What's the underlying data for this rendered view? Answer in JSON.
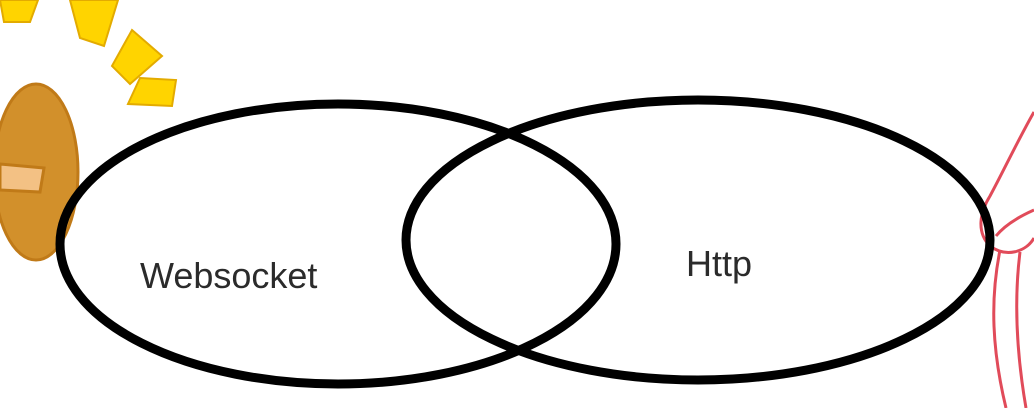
{
  "diagram": {
    "type": "venn",
    "sets": [
      {
        "id": "websocket",
        "label": "Websocket"
      },
      {
        "id": "http",
        "label": "Http"
      }
    ],
    "line_color": "#000000",
    "decorations": {
      "sun_rays_color": "#ffd400",
      "sun_rays_outline": "#e3ab00",
      "megaphone_fill": "#d2902b",
      "megaphone_outline": "#c07a18",
      "megaphone_stripe": "#f3c184",
      "figure_outline_color": "#e14b5a"
    }
  }
}
